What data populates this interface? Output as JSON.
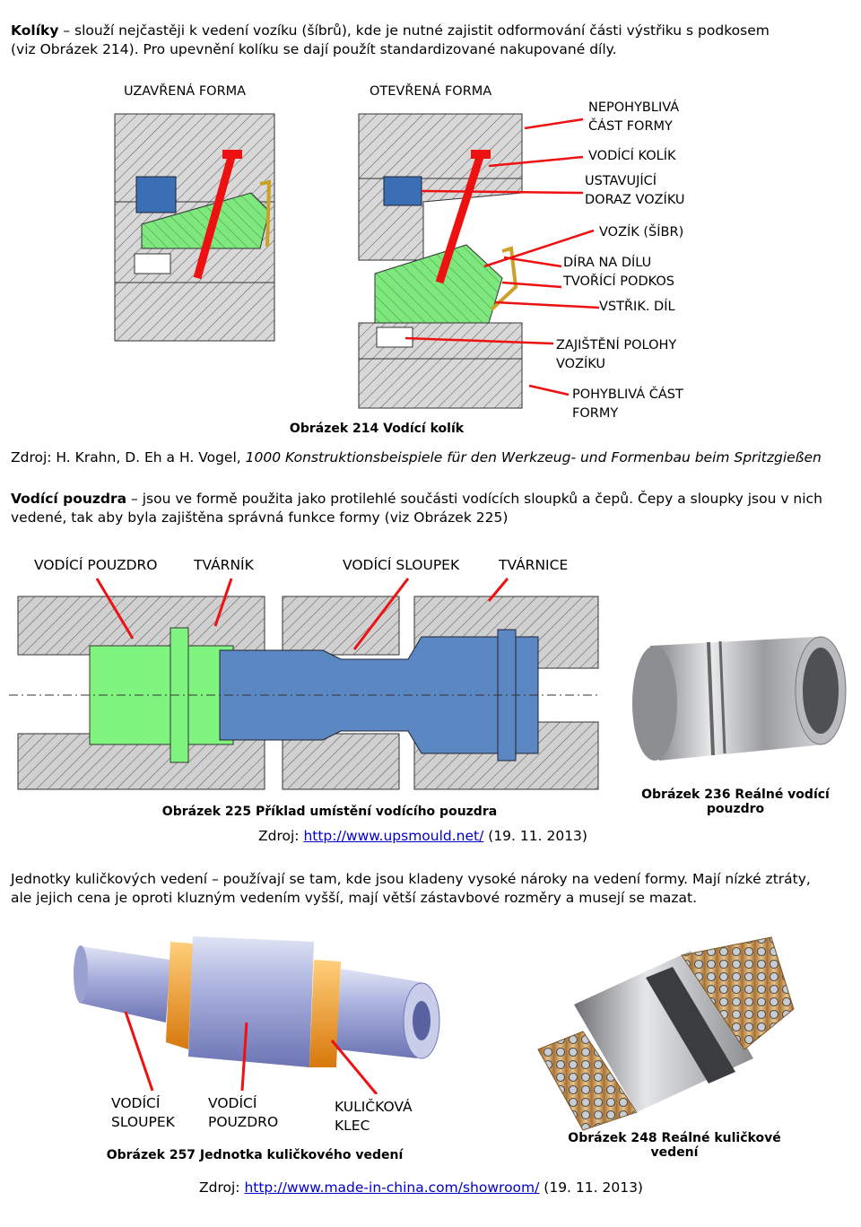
{
  "para1": {
    "term": "Kolíky",
    "text_line1": " – slouží nejčastěji k vedení vozíku (šíbrů), kde je nutné zajistit odformování části výstřiku s podkosem",
    "text_line2": "(viz Obrázek 214). Pro upevnění kolíku se dají použít standardizované nakupované díly."
  },
  "fig214": {
    "label_closed": "UZAVŘENÁ FORMA",
    "label_open": "OTEVŘENÁ FORMA",
    "callouts": [
      "NEPOHYBLIVÁ",
      "ČÁST FORMY",
      "VODÍCÍ KOLÍK",
      "USTAVUJÍCÍ",
      "DORAZ VOZÍKU",
      "VOZÍK (ŠÍBR)",
      "DÍRA NA DÍLU",
      "TVOŘÍCÍ PODKOS",
      "VSTŘIK. DÍL",
      "ZAJIŠTĚNÍ POLOHY",
      "VOZÍKU",
      "POHYBLIVÁ ČÁST",
      "FORMY"
    ],
    "caption": "Obrázek 214 Vodící kolík",
    "source_prefix": "Zdroj: H. Krahn, D. Eh a H. Vogel, ",
    "source_title": "1000 Konstruktionsbeispiele für den Werkzeug- und Formenbau beim Spritzgießen"
  },
  "para2": {
    "term": "Vodící pouzdra",
    "text_line1": " – jsou ve formě použita jako protilehlé součásti vodících sloupků a čepů. Čepy a sloupky jsou v nich",
    "text_line2": "vedené, tak aby byla zajištěna správná funkce formy (viz Obrázek 225)"
  },
  "fig225": {
    "labels": [
      "VODÍCÍ POUZDRO",
      "TVÁRNÍK",
      "VODÍCÍ SLOUPEK",
      "TVÁRNICE"
    ],
    "caption": "Obrázek 225 Příklad umístění vodícího pouzdra",
    "source_prefix": "Zdroj: ",
    "source_link": "http://www.upsmould.net/",
    "source_suffix": " (19. 11. 2013)"
  },
  "fig236": {
    "caption_line1": "Obrázek 236 Reálné vodící",
    "caption_line2": "pouzdro"
  },
  "para3": {
    "text_line1": "Jednotky kuličkových vedení – používají se tam, kde jsou kladeny vysoké nároky na vedení formy. Mají nízké ztráty,",
    "text_line2": "ale jejich cena je oproti kluzným vedením vyšší, mají větší zástavbové rozměry a musejí se mazat."
  },
  "fig257": {
    "labels": [
      {
        "line1": "VODÍCÍ",
        "line2": "SLOUPEK"
      },
      {
        "line1": "VODÍCÍ",
        "line2": "POUZDRO"
      },
      {
        "line1": "KULIČKOVÁ",
        "line2": "KLEC"
      }
    ],
    "caption": "Obrázek 257 Jednotka kuličkového vedení"
  },
  "fig248": {
    "caption_line1": "Obrázek 248 Reálné kuličkové",
    "caption_line2": "vedení"
  },
  "source_bottom": {
    "prefix": "Zdroj: ",
    "link": "http://www.made-in-china.com/showroom/",
    "suffix": " (19. 11. 2013)"
  }
}
